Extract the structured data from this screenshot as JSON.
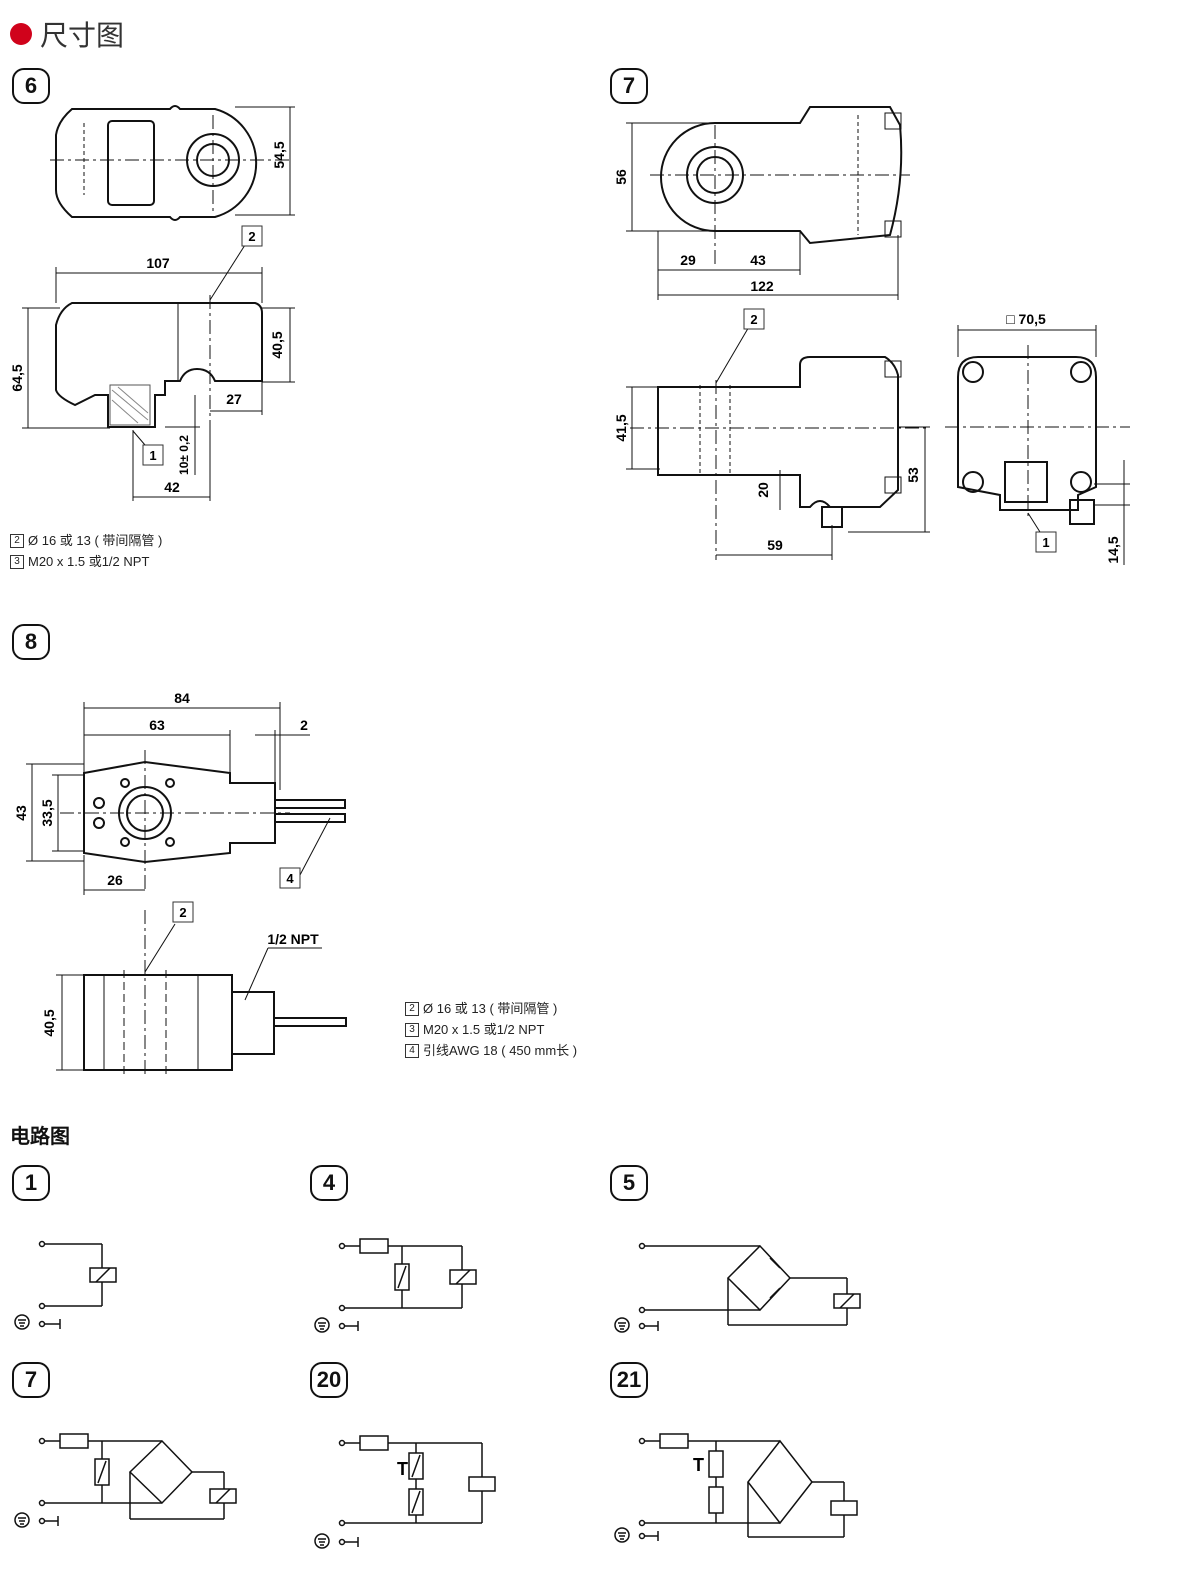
{
  "header": {
    "title": "尺寸图"
  },
  "diagrams": {
    "d6": {
      "badge": "6",
      "dims": [
        "54,5",
        "107",
        "40,5",
        "64,5",
        "27",
        "10± 0,2",
        "42"
      ],
      "callouts": [
        "2",
        "1"
      ]
    },
    "d7": {
      "badge": "7",
      "dims": [
        "56",
        "29",
        "43",
        "122",
        "41,5",
        "20",
        "53",
        "59",
        "□ 70,5",
        "14,5"
      ],
      "callouts": [
        "2",
        "1"
      ]
    },
    "d8": {
      "badge": "8",
      "dims": [
        "84",
        "63",
        "2",
        "43",
        "33,5",
        "26",
        "40,5"
      ],
      "callouts": [
        "4",
        "2"
      ],
      "npt": "1/2 NPT"
    }
  },
  "legend_top": [
    {
      "num": "2",
      "text": "Ø 16 或 13 ( 带间隔管 )"
    },
    {
      "num": "3",
      "text": "M20 x 1.5 或1/2 NPT"
    }
  ],
  "legend_mid": [
    {
      "num": "2",
      "text": "Ø 16 或 13 ( 带间隔管 )"
    },
    {
      "num": "3",
      "text": "M20 x 1.5 或1/2 NPT"
    },
    {
      "num": "4",
      "text": "引线AWG 18 ( 450 mm长 )"
    }
  ],
  "circuit": {
    "title": "电路图",
    "badges": [
      "1",
      "4",
      "5",
      "7",
      "20",
      "21"
    ],
    "t_label": "T"
  }
}
